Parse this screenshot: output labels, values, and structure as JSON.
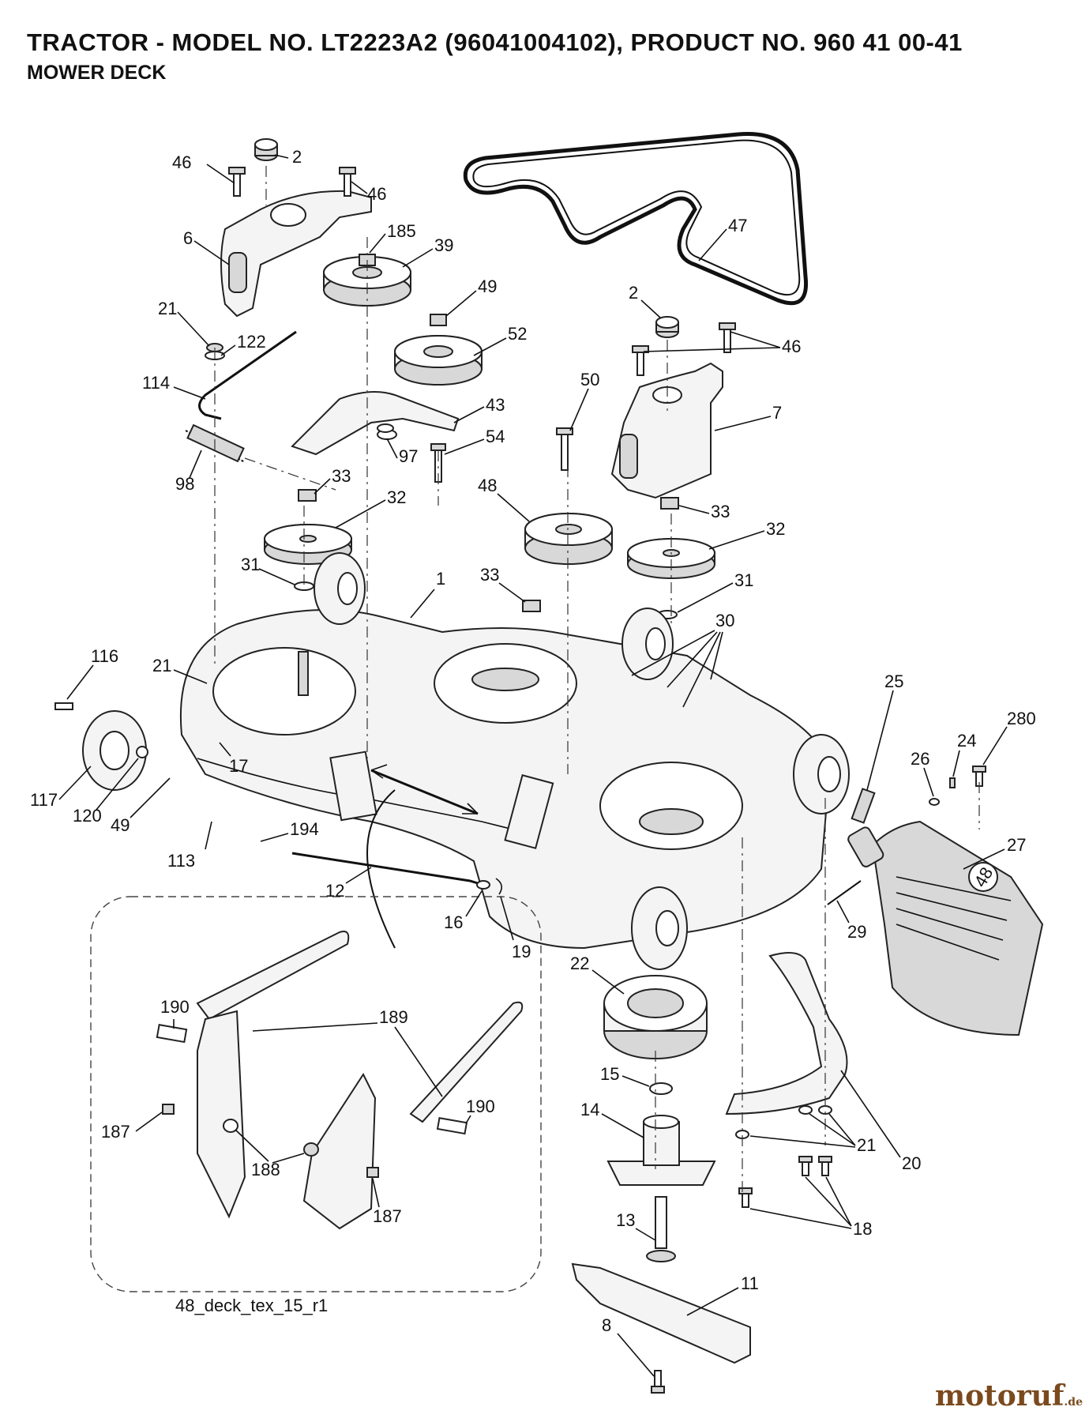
{
  "header": {
    "title": "TRACTOR - MODEL NO. LT2223A2 (96041004102), PRODUCT NO. 960 41 00-41",
    "subtitle": "MOWER DECK"
  },
  "drawing_id": "48_deck_tex_15_r1",
  "watermark": {
    "brand": "motoruf",
    "tld": ".de"
  },
  "deck_badge": "48",
  "callouts": [
    {
      "id": "c46a",
      "label": "46"
    },
    {
      "id": "c2a",
      "label": "2"
    },
    {
      "id": "c46b",
      "label": "46"
    },
    {
      "id": "c6",
      "label": "6"
    },
    {
      "id": "c185",
      "label": "185"
    },
    {
      "id": "c39",
      "label": "39"
    },
    {
      "id": "c47",
      "label": "47"
    },
    {
      "id": "c21a",
      "label": "21"
    },
    {
      "id": "c122",
      "label": "122"
    },
    {
      "id": "c49a",
      "label": "49"
    },
    {
      "id": "c52",
      "label": "52"
    },
    {
      "id": "c2b",
      "label": "2"
    },
    {
      "id": "c46c",
      "label": "46"
    },
    {
      "id": "c114",
      "label": "114"
    },
    {
      "id": "c43",
      "label": "43"
    },
    {
      "id": "c50",
      "label": "50"
    },
    {
      "id": "c7",
      "label": "7"
    },
    {
      "id": "c98",
      "label": "98"
    },
    {
      "id": "c97",
      "label": "97"
    },
    {
      "id": "c54",
      "label": "54"
    },
    {
      "id": "c33a",
      "label": "33"
    },
    {
      "id": "c32a",
      "label": "32"
    },
    {
      "id": "c48",
      "label": "48"
    },
    {
      "id": "c33b",
      "label": "33"
    },
    {
      "id": "c32b",
      "label": "32"
    },
    {
      "id": "c31a",
      "label": "31"
    },
    {
      "id": "c33c",
      "label": "33"
    },
    {
      "id": "c31b",
      "label": "31"
    },
    {
      "id": "c1",
      "label": "1"
    },
    {
      "id": "c30",
      "label": "30"
    },
    {
      "id": "c116",
      "label": "116"
    },
    {
      "id": "c21b",
      "label": "21"
    },
    {
      "id": "c25",
      "label": "25"
    },
    {
      "id": "c280",
      "label": "280"
    },
    {
      "id": "c24",
      "label": "24"
    },
    {
      "id": "c26",
      "label": "26"
    },
    {
      "id": "c17",
      "label": "17"
    },
    {
      "id": "c117",
      "label": "117"
    },
    {
      "id": "c120",
      "label": "120"
    },
    {
      "id": "c49b",
      "label": "49"
    },
    {
      "id": "c27",
      "label": "27"
    },
    {
      "id": "c194",
      "label": "194"
    },
    {
      "id": "c113",
      "label": "113"
    },
    {
      "id": "c12",
      "label": "12"
    },
    {
      "id": "c29",
      "label": "29"
    },
    {
      "id": "c16",
      "label": "16"
    },
    {
      "id": "c19",
      "label": "19"
    },
    {
      "id": "c22",
      "label": "22"
    },
    {
      "id": "c190a",
      "label": "190"
    },
    {
      "id": "c189",
      "label": "189"
    },
    {
      "id": "c15",
      "label": "15"
    },
    {
      "id": "c190b",
      "label": "190"
    },
    {
      "id": "c14",
      "label": "14"
    },
    {
      "id": "c187a",
      "label": "187"
    },
    {
      "id": "c188",
      "label": "188"
    },
    {
      "id": "c21c",
      "label": "21"
    },
    {
      "id": "c20",
      "label": "20"
    },
    {
      "id": "c187b",
      "label": "187"
    },
    {
      "id": "c18",
      "label": "18"
    },
    {
      "id": "c13",
      "label": "13"
    },
    {
      "id": "c11",
      "label": "11"
    },
    {
      "id": "c8",
      "label": "8"
    }
  ]
}
